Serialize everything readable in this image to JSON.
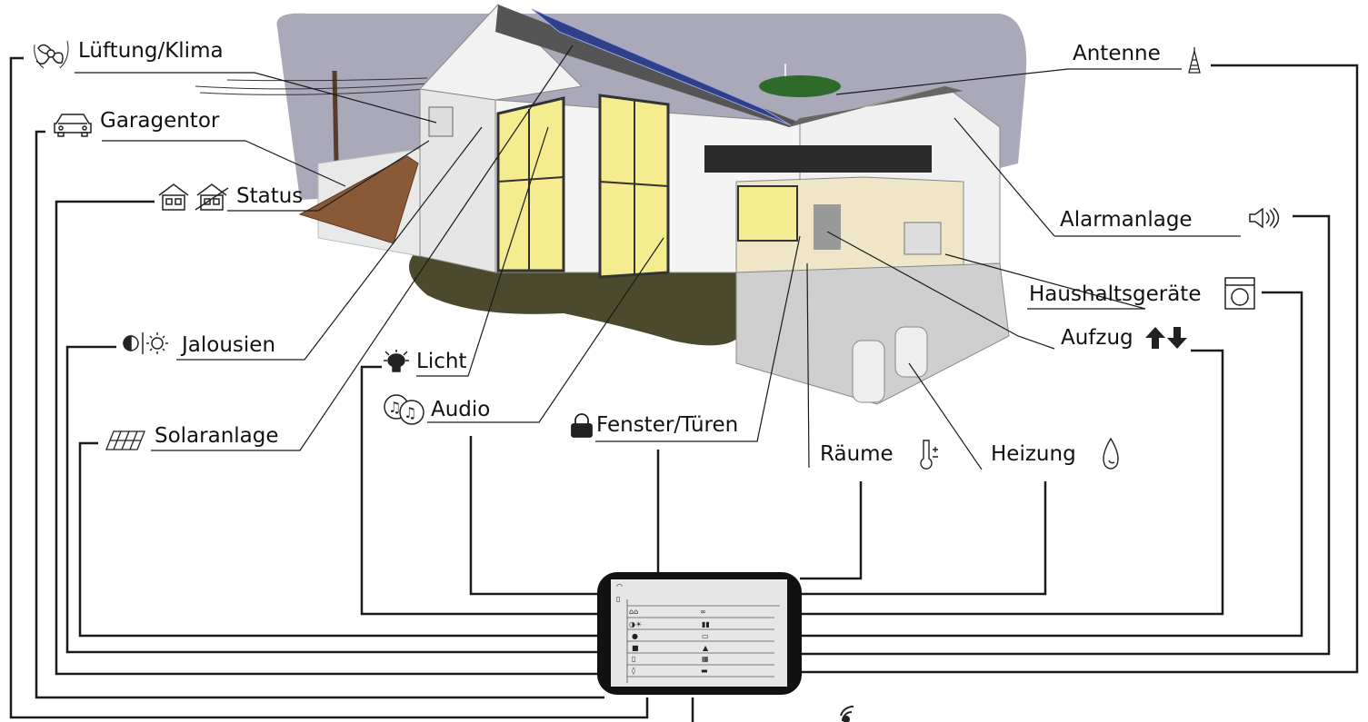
{
  "labels": {
    "lueftung": "Lüftung/Klima",
    "garagentor": "Garagentor",
    "status": "Status",
    "jalousien": "Jalousien",
    "solaranlage": "Solaranlage",
    "licht": "Licht",
    "audio": "Audio",
    "fenster": "Fenster/Türen",
    "raeume": "Räume",
    "heizung": "Heizung",
    "aufzug": "Aufzug",
    "haushalt": "Haushaltsgeräte",
    "alarm": "Alarmanlage",
    "antenne": "Antenne"
  },
  "icons": {
    "lueftung": "fan-icon",
    "garagentor": "car-icon",
    "status": "house-status-icon",
    "jalousien": "sun-shade-icon",
    "solaranlage": "solar-panel-icon",
    "licht": "light-bulb-icon",
    "audio": "music-notes-icon",
    "fenster": "padlock-icon",
    "raeume": "thermometer-icon",
    "heizung": "water-drop-icon",
    "aufzug": "up-down-arrows-icon",
    "haushalt": "washing-machine-icon",
    "alarm": "speaker-icon",
    "antenne": "antenna-icon",
    "wireless": "wireless-signal-icon"
  },
  "colors": {
    "line": "#1a1a1a",
    "sky": "#a9a9b9",
    "ground": "#4c4a2c",
    "window": "#f4ec8e",
    "garage_door": "#8a5a38",
    "solar": "#2f3f8a",
    "wall": "#f2f2f2",
    "device_frame": "#111111",
    "device_screen": "#e6e6e6"
  }
}
